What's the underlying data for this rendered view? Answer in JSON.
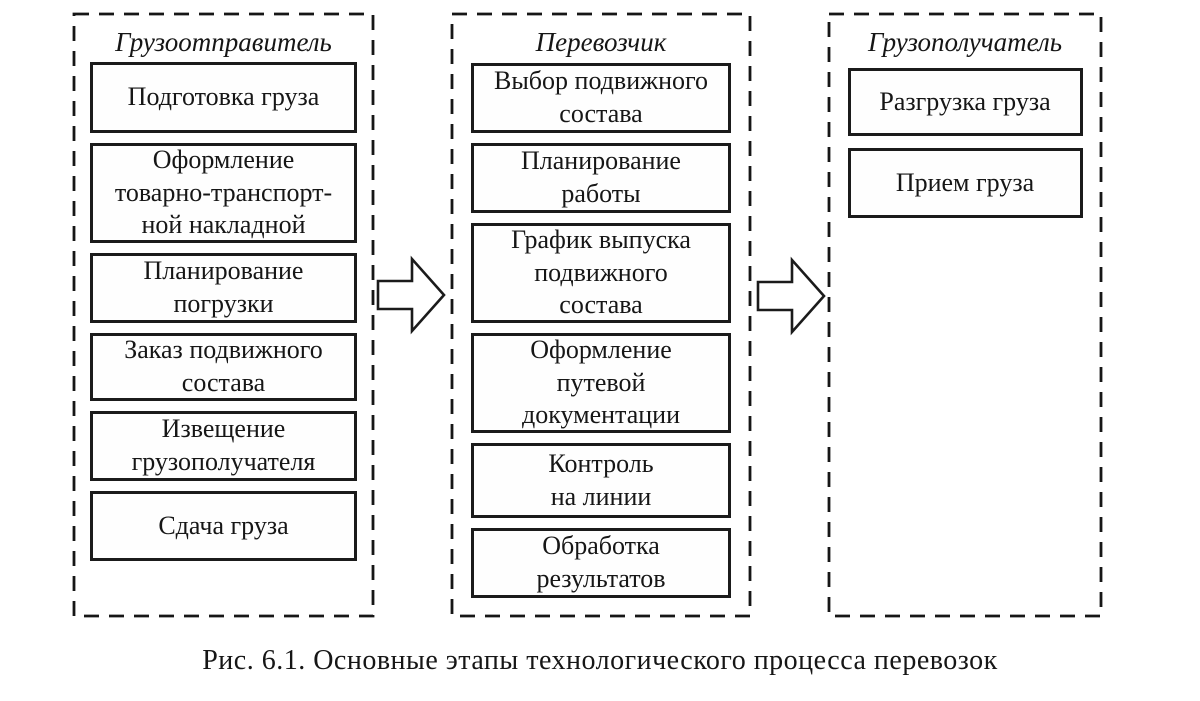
{
  "figure": {
    "caption": "Рис. 6.1. Основные этапы технологического процесса перевозок"
  },
  "colors": {
    "ink": "#1b1b1b",
    "background": "#ffffff"
  },
  "columns": [
    {
      "title": "Грузоотправитель",
      "steps": [
        "Подготовка груза",
        "Оформление\nтоварно-транспорт-\nной накладной",
        "Планирование\nпогрузки",
        "Заказ подвижного\nсостава",
        "Извещение\nгрузополучателя",
        "Сдача груза"
      ]
    },
    {
      "title": "Перевозчик",
      "steps": [
        "Выбор подвижного\nсостава",
        "Планирование\nработы",
        "График выпуска\nподвижного\nсостава",
        "Оформление\nпутевой\nдокументации",
        "Контроль\nна линии",
        "Обработка\nрезультатов"
      ]
    },
    {
      "title": "Грузополучатель",
      "steps": [
        "Разгрузка груза",
        "Прием груза"
      ]
    }
  ],
  "arrows": [
    {
      "name": "flow-arrow-shipper-to-carrier"
    },
    {
      "name": "flow-arrow-carrier-to-consignee"
    }
  ]
}
